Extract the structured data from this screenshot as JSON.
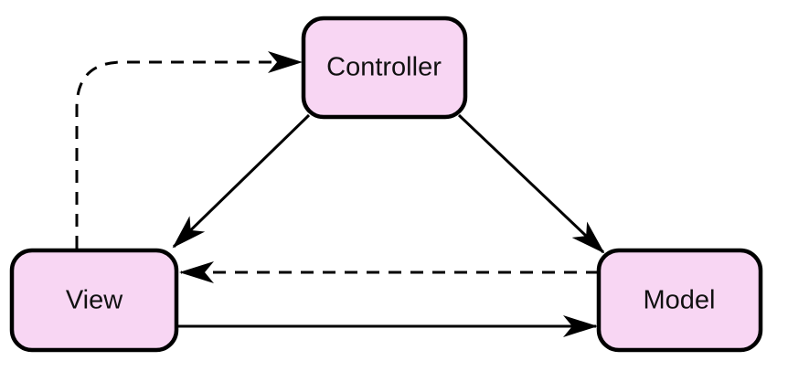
{
  "diagram": {
    "colors": {
      "node_fill": "#f8d6f3",
      "node_stroke": "#000000",
      "edge": "#000000",
      "background": "#ffffff"
    },
    "nodes": {
      "controller": {
        "label": "Controller"
      },
      "view": {
        "label": "View"
      },
      "model": {
        "label": "Model"
      }
    },
    "edges": [
      {
        "from": "View",
        "to": "Controller",
        "style": "dashed"
      },
      {
        "from": "Controller",
        "to": "View",
        "style": "solid"
      },
      {
        "from": "Controller",
        "to": "Model",
        "style": "solid"
      },
      {
        "from": "Model",
        "to": "View",
        "style": "dashed"
      },
      {
        "from": "View",
        "to": "Model",
        "style": "solid"
      }
    ]
  }
}
